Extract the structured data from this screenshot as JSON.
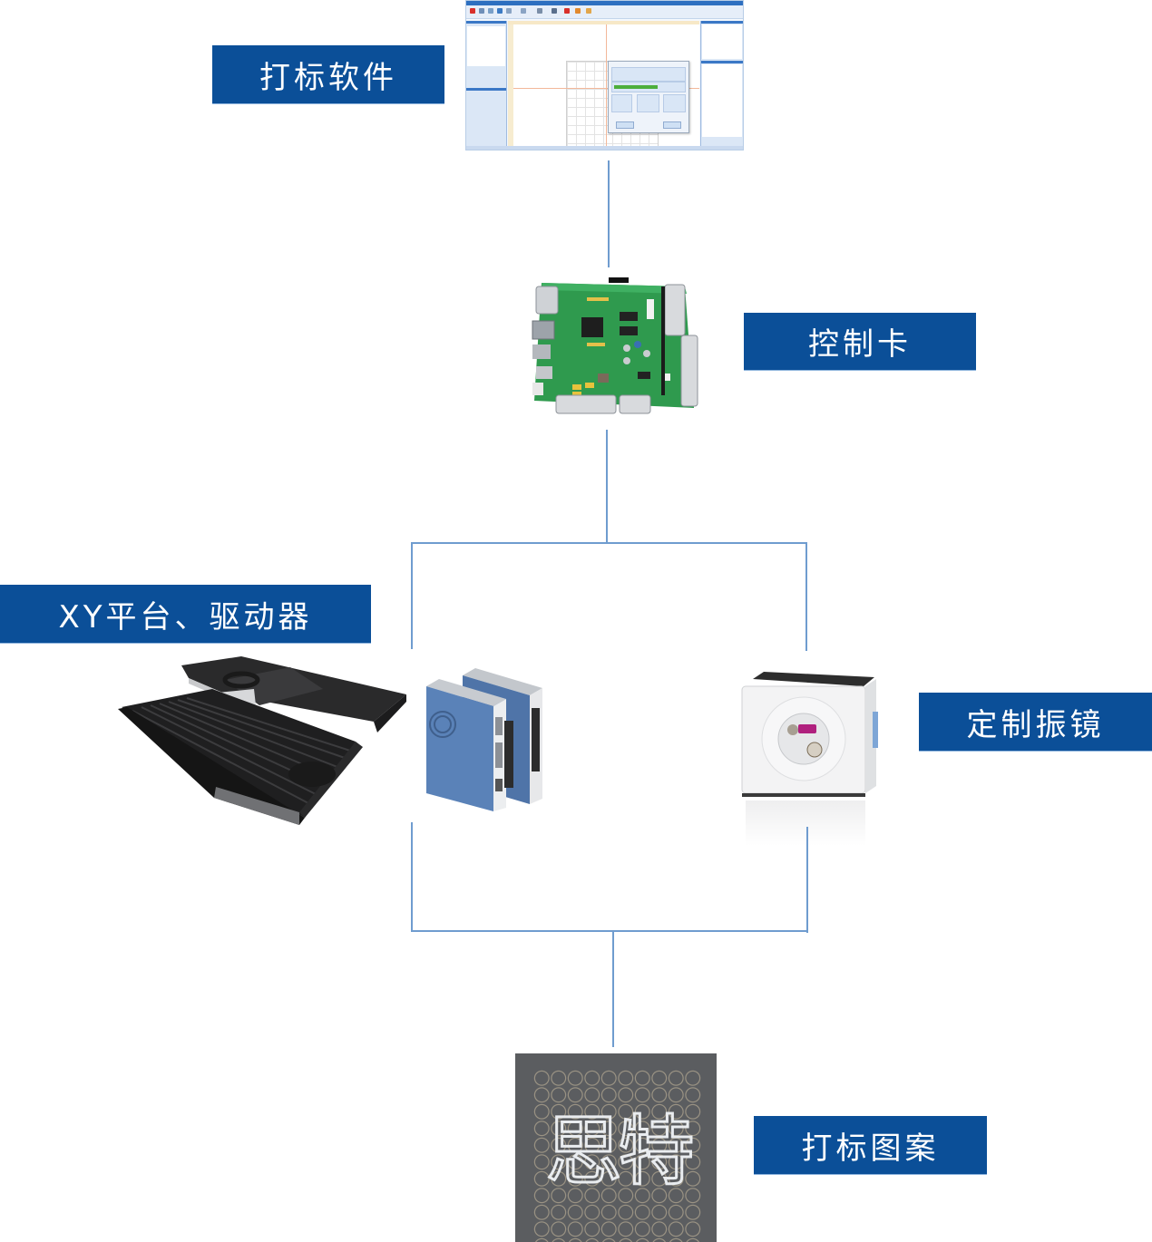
{
  "diagram": {
    "type": "system-flow",
    "nodes": [
      {
        "id": "software",
        "label": "打标软件",
        "image": "marking-software-screenshot"
      },
      {
        "id": "control_card",
        "label": "控制卡",
        "image": "control-card-pcb"
      },
      {
        "id": "xy_stage",
        "label": "XY平台、驱动器",
        "image": "xy-stage-and-servo-drivers"
      },
      {
        "id": "galvo",
        "label": "定制振镜",
        "image": "galvo-scanner-head"
      },
      {
        "id": "pattern",
        "label": "打标图案",
        "image": "marked-pattern-sample"
      }
    ],
    "edges": [
      {
        "from": "software",
        "to": "control_card"
      },
      {
        "from": "control_card",
        "to": "xy_stage"
      },
      {
        "from": "control_card",
        "to": "galvo"
      },
      {
        "from": "xy_stage",
        "to": "pattern"
      },
      {
        "from": "galvo",
        "to": "pattern"
      }
    ]
  },
  "labels": {
    "software": "打标软件",
    "control_card": "控制卡",
    "xy_stage": "XY平台、驱动器",
    "galvo": "定制振镜",
    "pattern": "打标图案"
  },
  "pattern_sample": {
    "text": "思特"
  },
  "colors": {
    "label_background": "#0b4f98",
    "label_text": "#ffffff",
    "connector": "#6f9ccf",
    "background": "#ffffff"
  }
}
